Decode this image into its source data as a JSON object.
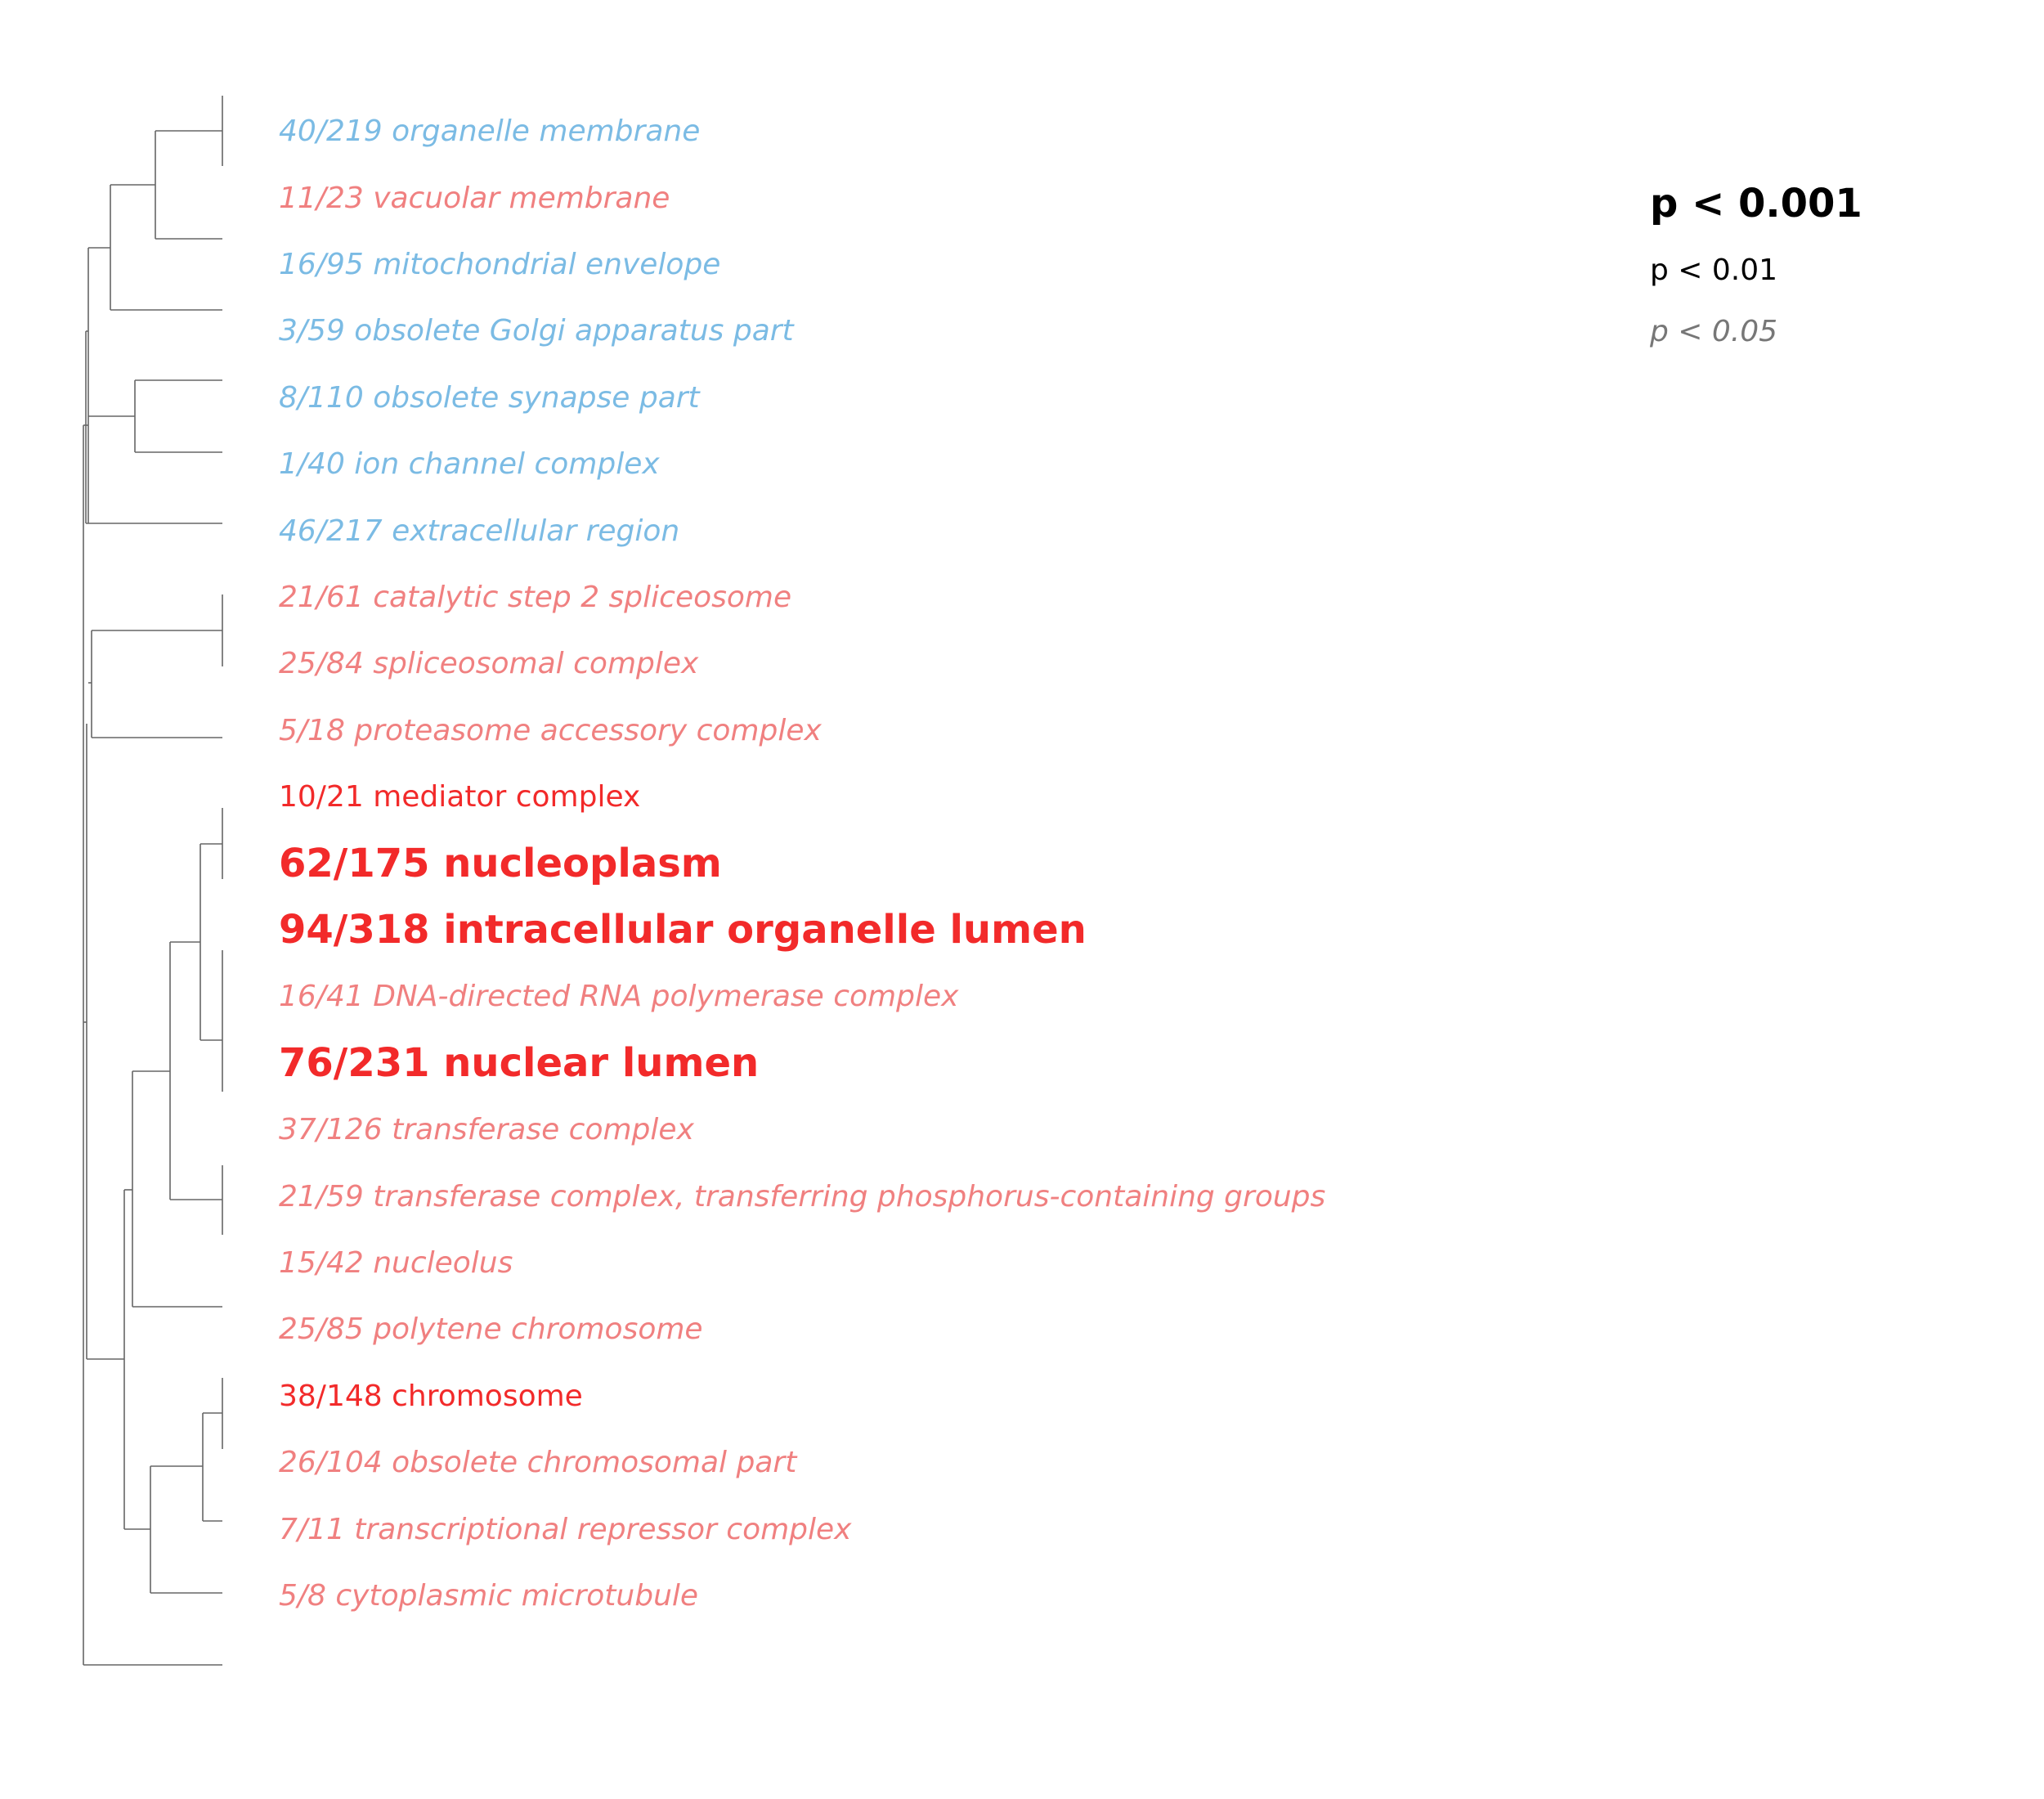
{
  "colors": {
    "over_represented": "#f22a2a",
    "under_represented": "#7bbbe4",
    "tree_line": "#666666",
    "legend_weak": "#777777"
  },
  "terms": [
    {
      "label": "40/219 organelle membrane",
      "color": "#7bbbe4",
      "significance": "p05"
    },
    {
      "label": "11/23 vacuolar membrane",
      "color": "#f08080",
      "significance": "p05"
    },
    {
      "label": "16/95 mitochondrial envelope",
      "color": "#7bbbe4",
      "significance": "p05"
    },
    {
      "label": "3/59 obsolete Golgi apparatus part",
      "color": "#7bbbe4",
      "significance": "p05"
    },
    {
      "label": "8/110 obsolete synapse part",
      "color": "#7bbbe4",
      "significance": "p05"
    },
    {
      "label": "1/40 ion channel complex",
      "color": "#7bbbe4",
      "significance": "p05"
    },
    {
      "label": "46/217 extracellular region",
      "color": "#7bbbe4",
      "significance": "p05"
    },
    {
      "label": "21/61 catalytic step 2 spliceosome",
      "color": "#f08080",
      "significance": "p05"
    },
    {
      "label": "25/84 spliceosomal complex",
      "color": "#f08080",
      "significance": "p05"
    },
    {
      "label": "5/18 proteasome accessory complex",
      "color": "#f08080",
      "significance": "p05"
    },
    {
      "label": "10/21 mediator complex",
      "color": "#f22a2a",
      "significance": "p01"
    },
    {
      "label": "62/175 nucleoplasm",
      "color": "#f22a2a",
      "significance": "p001"
    },
    {
      "label": "94/318 intracellular organelle lumen",
      "color": "#f22a2a",
      "significance": "p001"
    },
    {
      "label": "16/41 DNA-directed RNA polymerase complex",
      "color": "#f08080",
      "significance": "p05"
    },
    {
      "label": "76/231 nuclear lumen",
      "color": "#f22a2a",
      "significance": "p001"
    },
    {
      "label": "37/126 transferase complex",
      "color": "#f08080",
      "significance": "p05"
    },
    {
      "label": "21/59 transferase complex, transferring phosphorus-containing groups",
      "color": "#f08080",
      "significance": "p05"
    },
    {
      "label": "15/42 nucleolus",
      "color": "#f08080",
      "significance": "p05"
    },
    {
      "label": "25/85 polytene chromosome",
      "color": "#f08080",
      "significance": "p05"
    },
    {
      "label": "38/148 chromosome",
      "color": "#f22a2a",
      "significance": "p01"
    },
    {
      "label": "26/104 obsolete chromosomal part",
      "color": "#f08080",
      "significance": "p05"
    },
    {
      "label": "7/11 transcriptional repressor complex",
      "color": "#f08080",
      "significance": "p05"
    },
    {
      "label": "5/8 cytoplasmic microtubule",
      "color": "#f08080",
      "significance": "p05"
    }
  ],
  "legend": {
    "p001": "p < 0.001",
    "p01": "p < 0.01",
    "p05": "p < 0.05"
  }
}
